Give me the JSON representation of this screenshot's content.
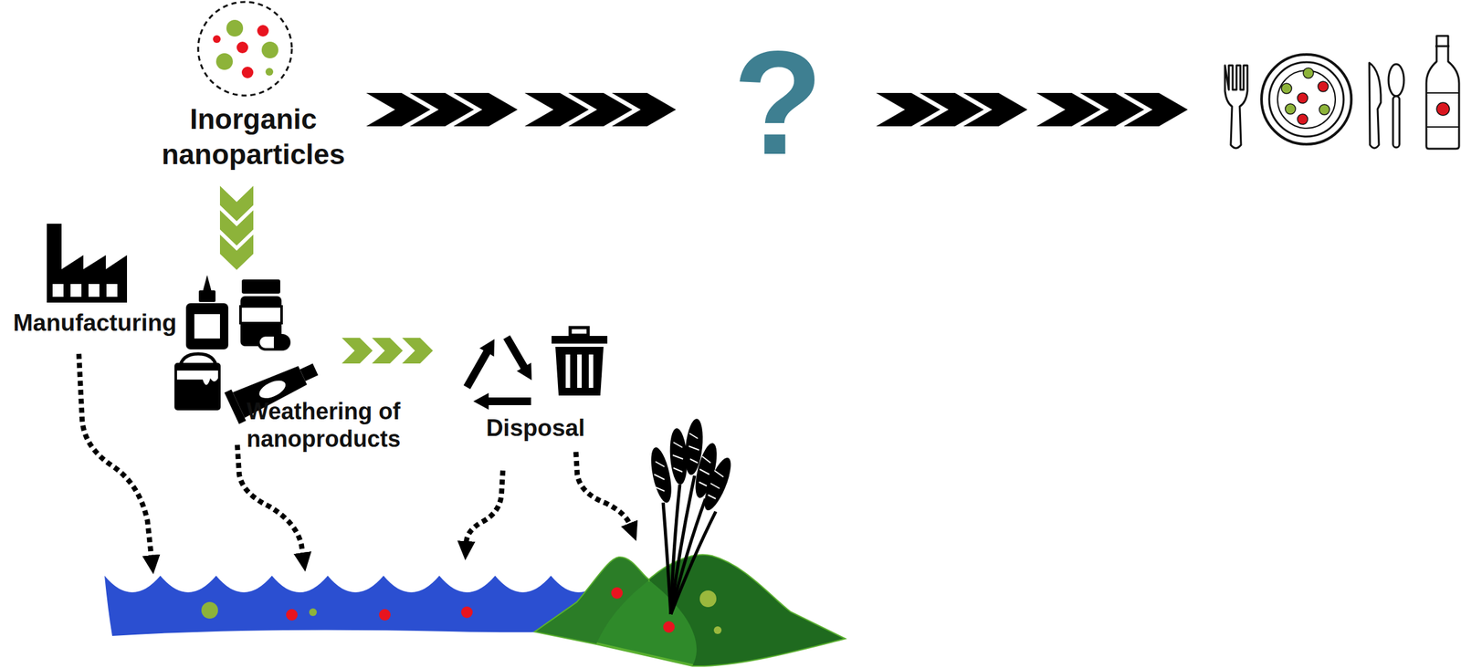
{
  "diagram": {
    "labels": [
      "Inorganic nanoparticles",
      "?",
      "Manufacturing",
      "Weathering of nanoproducts",
      "Disposal"
    ]
  }
}
